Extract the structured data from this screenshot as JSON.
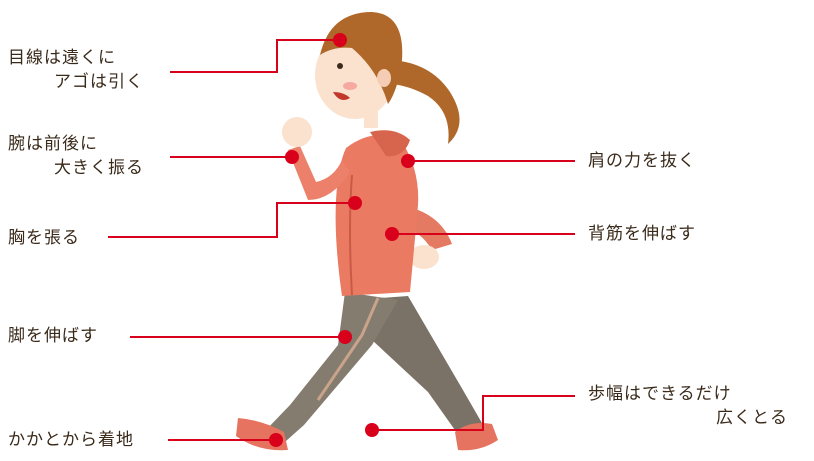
{
  "colors": {
    "accent": "#d9001b",
    "text": "#3a2a1a",
    "jacket": "#ea7a62",
    "pants": "#7a7266",
    "hair": "#b0682a",
    "skin": "#fbe2cf"
  },
  "labels": {
    "eyes": {
      "line1": "目線は遠くに",
      "line2": "アゴは引く"
    },
    "arms": {
      "line1": "腕は前後に",
      "line2": "大きく振る"
    },
    "chest": {
      "line1": "胸を張る"
    },
    "legs": {
      "line1": "脚を伸ばす"
    },
    "heel": {
      "line1": "かかとから着地"
    },
    "shoulders": {
      "line1": "肩の力を抜く"
    },
    "back": {
      "line1": "背筋を伸ばす"
    },
    "stride": {
      "line1": "歩幅はできるだけ",
      "line2": "広くとる"
    }
  }
}
